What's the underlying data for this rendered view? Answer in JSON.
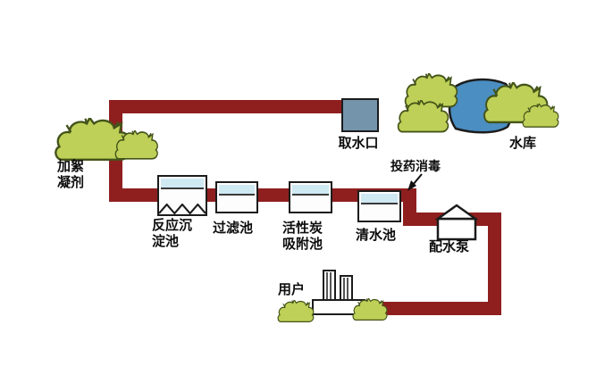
{
  "colors": {
    "pipe": "#8f1f1f",
    "tank_water": "#cfe9f3",
    "intake_fill": "#7494ac",
    "reservoir_water": "#4a8ec2",
    "bush_fill": "#bfd058",
    "bush_outline": "#44541a",
    "outline": "#1c1c1c",
    "background": "#ffffff"
  },
  "labels": {
    "intake": "取水口",
    "reservoir": "水库",
    "flocculant": [
      "加絮",
      "凝剂"
    ],
    "sedimentation": [
      "反应沉",
      "淀池"
    ],
    "filter": "过滤池",
    "carbon": [
      "活性炭",
      "吸附池"
    ],
    "clear_water": "清水池",
    "dosing": "投药消毒",
    "pump": "配水泵",
    "users": "用户"
  }
}
